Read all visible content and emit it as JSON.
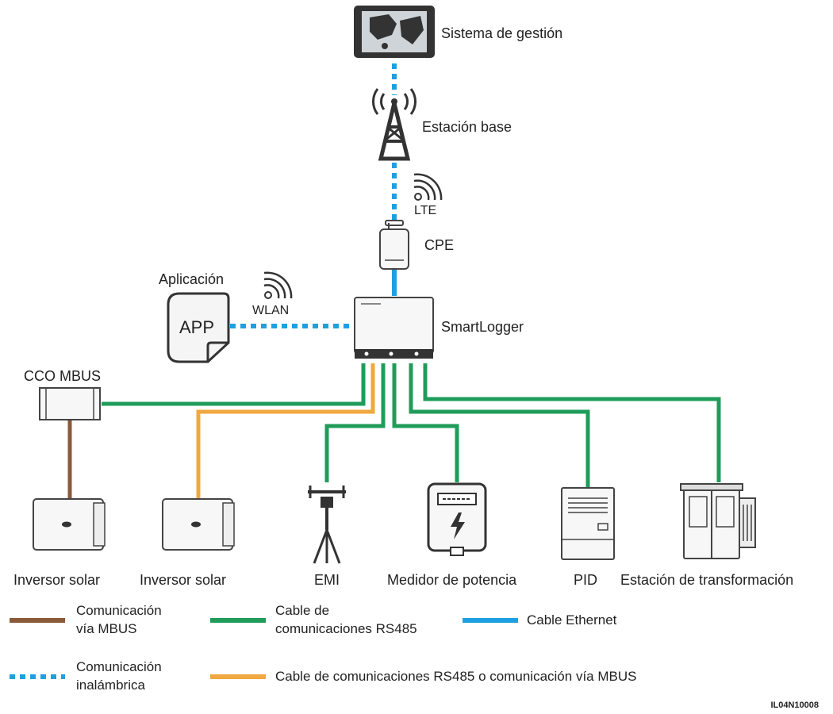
{
  "nodes": {
    "management": "Sistema de gestión",
    "base_station": "Estación base",
    "lte": "LTE",
    "cpe": "CPE",
    "app_caption": "Aplicación",
    "app_text": "APP",
    "wlan": "WLAN",
    "smartlogger": "SmartLogger",
    "cco_mbus": "CCO MBUS",
    "inverter_1": "Inversor solar",
    "inverter_2": "Inversor solar",
    "emi": "EMI",
    "power_meter": "Medidor de potencia",
    "pid": "PID",
    "transformer_station": "Estación de transformación"
  },
  "legend": {
    "mbus_line1": "Comunicación",
    "mbus_line2": "vía MBUS",
    "rs485_line1": "Cable de",
    "rs485_line2": "comunicaciones RS485",
    "ethernet": "Cable Ethernet",
    "wireless_line1": "Comunicación",
    "wireless_line2": "inalámbrica",
    "rs485_or_mbus": "Cable de comunicaciones RS485 o comunicación vía MBUS"
  },
  "figure_id": "IL04N10008",
  "colors": {
    "mbus": "#8b5a3a",
    "rs485": "#1f9c5a",
    "ethernet": "#1ea0e0",
    "wireless": "#1ea0e0",
    "rs485_or_mbus": "#f0a840",
    "device_stroke": "#444444"
  }
}
